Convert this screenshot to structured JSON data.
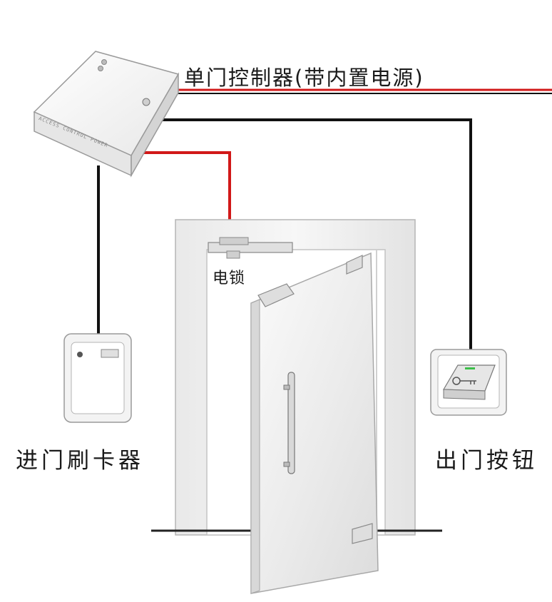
{
  "labels": {
    "controller": "单门控制器(带内置电源)",
    "electric_lock": "电锁",
    "card_reader": "进门刷卡器",
    "exit_button": "出门按钮"
  },
  "controller_box_text": "ACCESS CONTROL POWER",
  "colors": {
    "signal_wire": "#d11818",
    "common_wire": "#111111",
    "device_fill": "#f3f3f3",
    "device_edge": "#9a9a9a"
  }
}
